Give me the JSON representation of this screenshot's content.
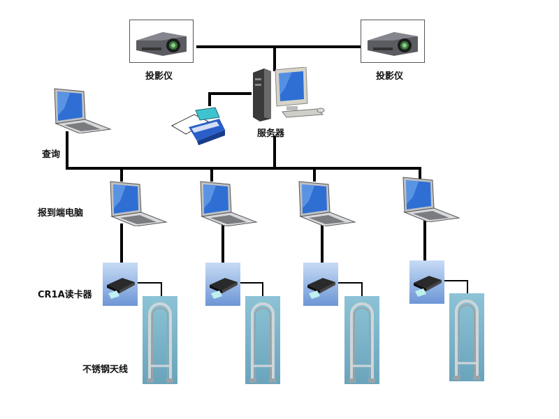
{
  "labels": {
    "projector_left": "投影仪",
    "projector_right": "投影仪",
    "server": "服务器",
    "query": "查询",
    "checkin_pc": "报到端电脑",
    "reader": "CR1A读卡器",
    "antenna": "不锈钢天线"
  },
  "icons": {
    "projector": "projector-icon",
    "server": "desktop-computer-icon",
    "printer": "printer-icon",
    "laptop": "laptop-icon",
    "reader": "card-reader-icon",
    "antenna": "antenna-gate-icon"
  },
  "colors": {
    "wire": "#000000",
    "screen": "#2f6fd4",
    "reader_bg": "#8fb3e6",
    "antenna_bg": "#7fb3c9",
    "printer": "#2a5fc9"
  }
}
